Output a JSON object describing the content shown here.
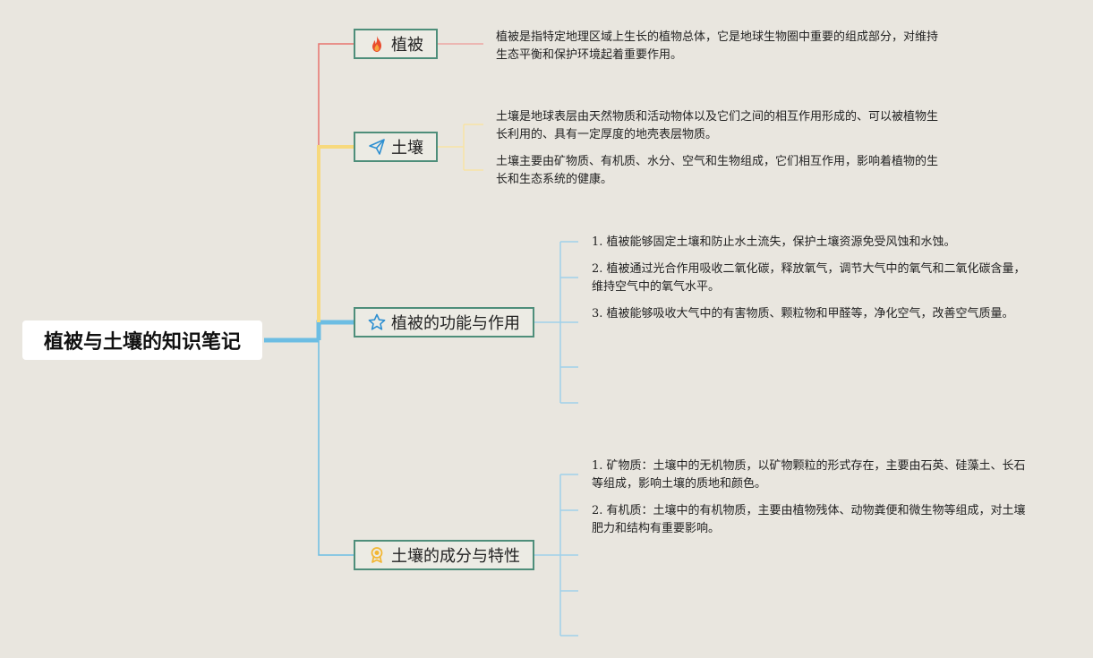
{
  "root": {
    "title": "植被与土壤的知识笔记"
  },
  "topics": [
    {
      "label": "植被",
      "icon": "flame-icon",
      "color": "#e8736f",
      "notes": [
        "植被是指特定地理区域上生长的植物总体，它是地球生物圈中重要的组成部分，对维持生态平衡和保护环境起着重要作用。"
      ]
    },
    {
      "label": "土壤",
      "icon": "paper-plane-icon",
      "color": "#f7d97d",
      "notes": [
        "土壤是地球表层由天然物质和活动物体以及它们之间的相互作用形成的、可以被植物生长利用的、具有一定厚度的地壳表层物质。",
        "土壤主要由矿物质、有机质、水分、空气和生物组成，它们相互作用，影响着植物的生长和生态系统的健康。"
      ]
    },
    {
      "label": "植被的功能与作用",
      "icon": "star-icon",
      "color": "#6cbde3",
      "notes": [
        "1. 植被能够固定土壤和防止水土流失，保护土壤资源免受风蚀和水蚀。",
        "2. 植被通过光合作用吸收二氧化碳，释放氧气，调节大气中的氧气和二氧化碳含量，维持空气中的氧气水平。",
        "3. 植被能够吸收大气中的有害物质、颗粒物和甲醛等，净化空气，改善空气质量。"
      ]
    },
    {
      "label": "土壤的成分与特性",
      "icon": "award-badge-icon",
      "color": "#6cbde3",
      "notes": [
        "1. 矿物质：土壤中的无机物质，以矿物颗粒的形式存在，主要由石英、硅藻土、长石等组成，影响土壤的质地和颜色。",
        "2. 有机质：土壤中的有机物质，主要由植物残体、动物粪便和微生物等组成，对土壤肥力和结构有重要影响。"
      ]
    }
  ]
}
